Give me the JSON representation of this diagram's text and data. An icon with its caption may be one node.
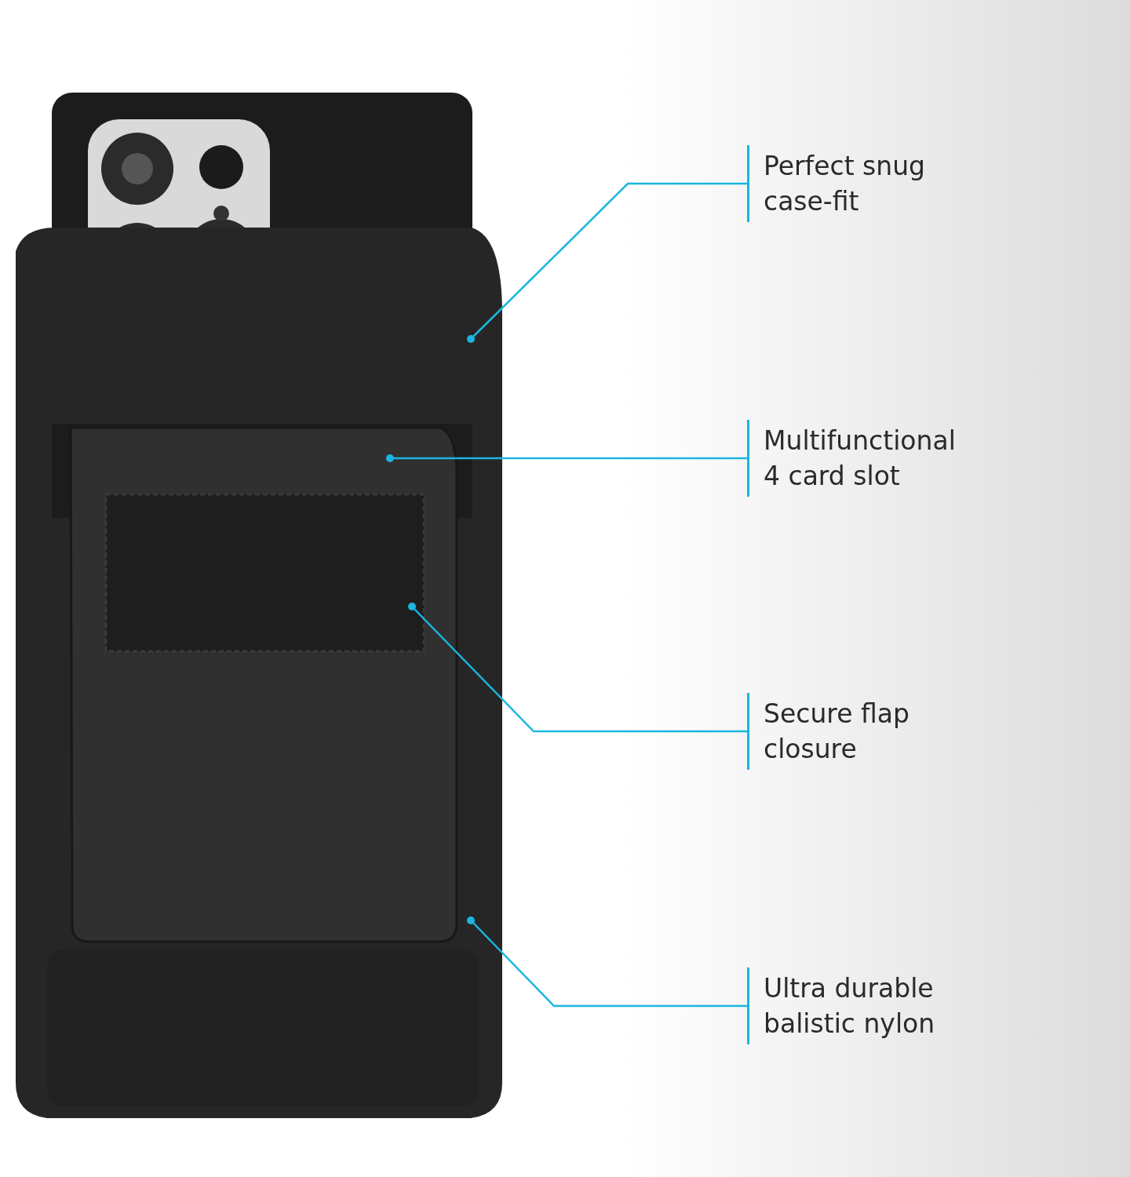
{
  "diagram": {
    "nodes": [
      {
        "text": [
          "Perfect snug case-fit"
        ]
      },
      {
        "text": [
          "Multifunctional 4 card slot"
        ]
      },
      {
        "text": [
          "Secure flap closure"
        ]
      },
      {
        "text": [
          "Ultra durable balistic nylon"
        ]
      }
    ],
    "edges": [
      {
        "from": 0,
        "to": null,
        "arrow": "other"
      },
      {
        "from": 1,
        "to": null,
        "arrow": "other"
      },
      {
        "from": 2,
        "to": null,
        "arrow": "other"
      },
      {
        "from": 3,
        "to": null,
        "arrow": "other"
      }
    ]
  }
}
